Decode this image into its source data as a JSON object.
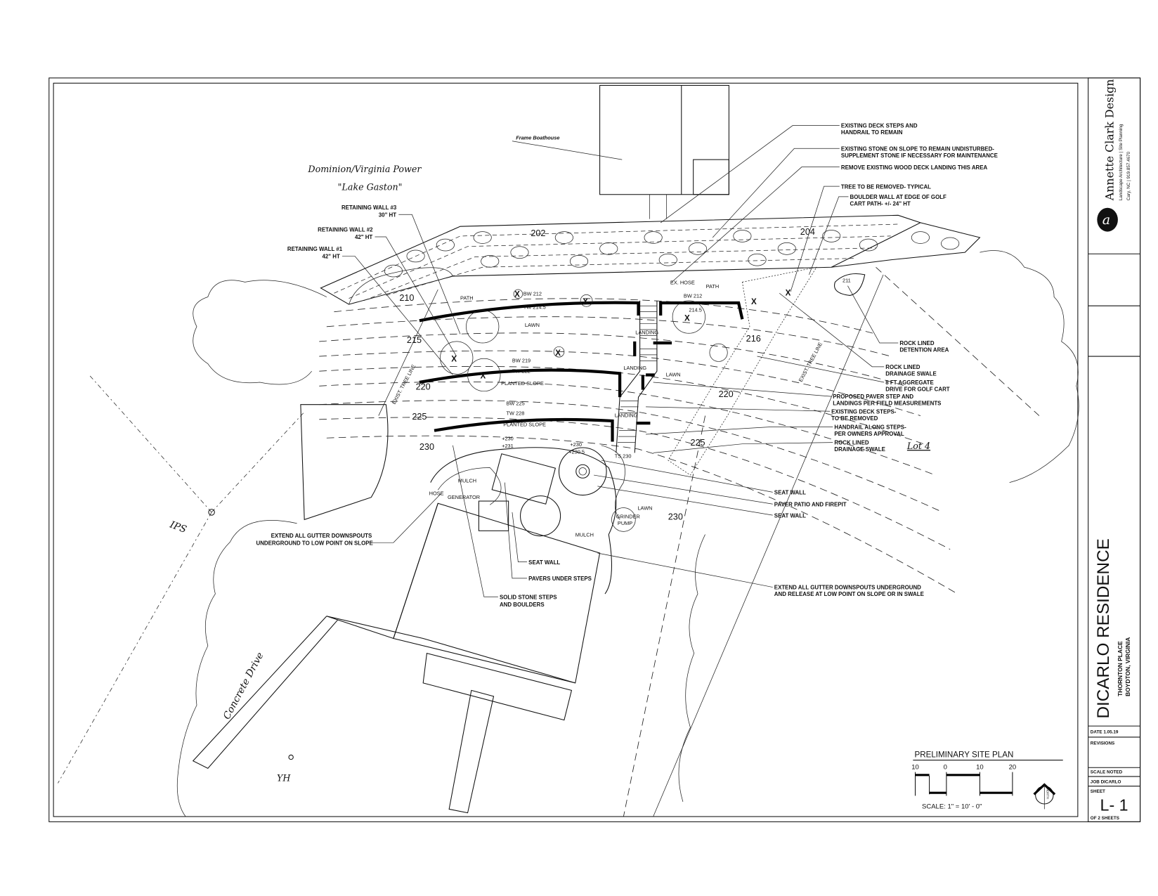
{
  "title_block": {
    "firm_name": "Annette Clark Design",
    "firm_tagline": "Landscape Architecture | Site Planning",
    "firm_contact": "Cary, NC | 919.857.4670",
    "logo_letter": "a",
    "project": "DICARLO RESIDENCE",
    "address_1": "THORNTON PLACE",
    "address_2": "BOYDTON, VIRGINIA",
    "date": "DATE 1.05.19",
    "revisions": "REVISIONS",
    "scale": "SCALE NOTED",
    "job": "JOB DICARLO",
    "sheet_label": "SHEET",
    "sheet": "L- 1",
    "sheet_of": "OF 2 SHEETS"
  },
  "plan": {
    "title": "PRELIMINARY SITE PLAN",
    "scale_ticks": [
      "10",
      "0",
      "10",
      "20"
    ],
    "scale_text": "SCALE:  1\" = 10' - 0\"",
    "north": "NORTH",
    "lake_1": "Dominion/Virginia Power",
    "lake_2": "\"Lake Gaston\"",
    "lot": "Lot 4",
    "drive": "Concrete Drive",
    "ips": "IPS",
    "yh": "YH",
    "boathouse": "Frame Boathouse"
  },
  "callouts_right": [
    [
      "EXISTING DECK STEPS AND",
      "HANDRAIL TO REMAIN"
    ],
    [
      "EXISTING STONE ON SLOPE TO REMAIN UNDISTURBED-",
      "SUPPLEMENT STONE IF NECESSARY FOR MAINTENANCE"
    ],
    [
      "REMOVE EXISTING WOOD DECK LANDING THIS AREA"
    ],
    [
      "TREE TO BE REMOVED- TYPICAL"
    ],
    [
      "BOULDER WALL AT EDGE OF GOLF",
      "CART PATH- +/- 24\" HT"
    ],
    [
      "ROCK LINED",
      "DETENTION AREA"
    ],
    [
      "ROCK LINED",
      "DRAINAGE SWALE"
    ],
    [
      "8 FT AGGREGATE",
      "DRIVE FOR GOLF CART"
    ],
    [
      "PROPOSED PAVER STEP AND",
      "LANDINGS  PER FIELD MEASUREMENTS"
    ],
    [
      "EXISTING DECK STEPS-",
      "TO BE REMOVED"
    ],
    [
      "HANDRAIL ALONG STEPS-",
      "PER OWNERS APPROVAL"
    ],
    [
      "ROCK LINED",
      "DRAINAGE SWALE"
    ],
    [
      "SEAT WALL"
    ],
    [
      "PAVER PATIO AND FIREPIT"
    ],
    [
      "SEAT WALL"
    ],
    [
      "EXTEND ALL GUTTER DOWNSPOUTS UNDERGROUND",
      "AND RELEASE AT LOW POINT ON SLOPE OR IN SWALE"
    ]
  ],
  "callouts_left": [
    [
      "RETAINING WALL #3",
      "30\" HT"
    ],
    [
      "RETAINING WALL #2",
      "42\" HT"
    ],
    [
      "RETAINING WALL #1",
      "42\" HT"
    ],
    [
      "EXTEND ALL GUTTER DOWNSPOUTS",
      "UNDERGROUND TO LOW POINT ON SLOPE"
    ],
    [
      "SEAT WALL"
    ],
    [
      "PAVERS UNDER STEPS"
    ],
    [
      "SOLID STONE STEPS",
      "AND BOULDERS"
    ]
  ],
  "site_labels": {
    "path_1": "PATH",
    "path_2": "PATH",
    "bw212": "BW 212",
    "tw2145": "TW 214.5",
    "bw212b": "BW 212",
    "e2145": "214.5",
    "lawn_1": "LAWN",
    "landing_1": "LANDING",
    "landing_2": "LANDING",
    "landing_3": "LANDING",
    "lawn_2": "LAWN",
    "bw219": "BW 219",
    "tw222": "TW 222",
    "planted_1": "PLANTED SLOPE",
    "bw225": "BW 225",
    "tw228": "TW 228",
    "planted_2": "PLANTED SLOPE",
    "ex_hose": "EX. HOSE",
    "ts230": "TS 230",
    "s230": "+230",
    "s231": "+231",
    "s230b": "+230",
    "s2305": "+230.5",
    "mulch_1": "MULCH",
    "hose": "HOSE",
    "generator": "GENERATOR",
    "mulch_2": "MULCH",
    "lawn_3": "LAWN",
    "grinder": "GRINDER",
    "pump": "PUMP",
    "treeline_1": "EXIST. TREE LINE",
    "treeline_2": "EXIST. TREE LINE"
  },
  "elevations": [
    "202",
    "204",
    "210",
    "215",
    "220",
    "225",
    "230",
    "211",
    "216",
    "220",
    "225",
    "230"
  ]
}
